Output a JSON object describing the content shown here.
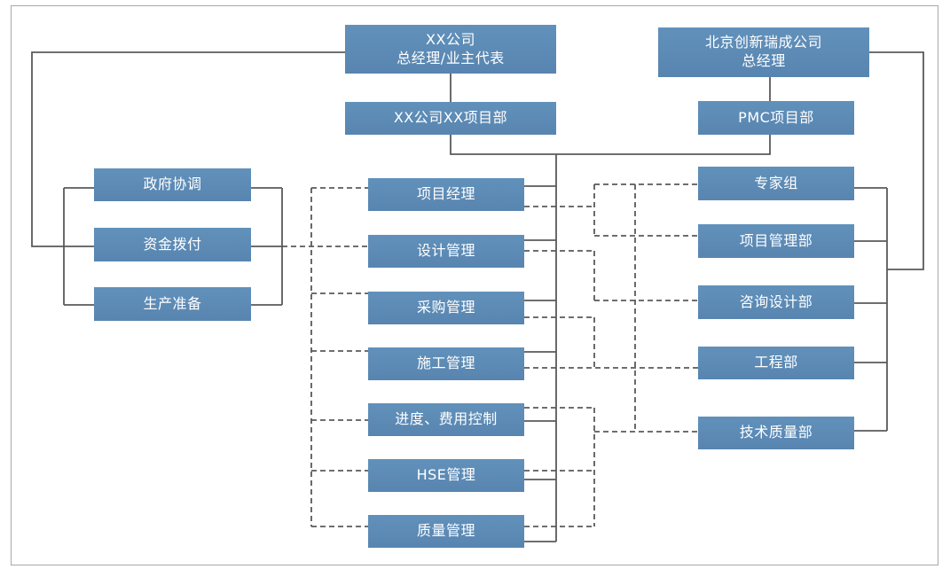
{
  "diagram": {
    "type": "org-chart",
    "colors": {
      "box_fill": "#5D8AB5",
      "box_text": "#FFFFFF",
      "line": "#595959",
      "frame_border": "#A8A8A8",
      "background": "#FFFFFF"
    },
    "nodes": {
      "owner_gm": {
        "line1": "XX公司",
        "line2": "总经理/业主代表"
      },
      "owner_project_dept": {
        "label": "XX公司XX项目部"
      },
      "pmc_gm": {
        "line1": "北京创新瑞成公司",
        "line2": "总经理"
      },
      "pmc_project_dept": {
        "label": "PMC项目部"
      },
      "gov_coordination": {
        "label": "政府协调"
      },
      "fund_allocation": {
        "label": "资金拨付"
      },
      "production_prep": {
        "label": "生产准备"
      },
      "project_manager": {
        "label": "项目经理"
      },
      "design_mgmt": {
        "label": "设计管理"
      },
      "procurement_mgmt": {
        "label": "采购管理"
      },
      "construction_mgmt": {
        "label": "施工管理"
      },
      "schedule_cost_control": {
        "label": "进度、费用控制"
      },
      "hse_mgmt": {
        "label": "HSE管理"
      },
      "quality_mgmt": {
        "label": "质量管理"
      },
      "expert_group": {
        "label": "专家组"
      },
      "project_mgmt_dept": {
        "label": "项目管理部"
      },
      "consulting_design_dept": {
        "label": "咨询设计部"
      },
      "engineering_dept": {
        "label": "工程部"
      },
      "tech_quality_dept": {
        "label": "技术质量部"
      }
    },
    "solid_links": [
      [
        "XX公司 总经理/业主代表",
        "XX公司XX项目部"
      ],
      [
        "XX公司 总经理/业主代表",
        "政府协调/资金拨付/生产准备"
      ],
      [
        "XX公司XX项目部",
        "中央主线(项目经理~质量管理)"
      ],
      [
        "北京创新瑞成公司 总经理",
        "PMC项目部"
      ],
      [
        "北京创新瑞成公司 总经理",
        "专家组~技术质量部"
      ],
      [
        "PMC项目部",
        "中央主线"
      ]
    ],
    "dashed_links": [
      [
        "资金拨付",
        "设计管理列(项目经理~质量管理)"
      ],
      [
        "项目经理",
        "专家组/项目管理部"
      ],
      [
        "设计管理",
        "咨询设计部"
      ],
      [
        "采购管理",
        "工程部"
      ],
      [
        "施工管理",
        "工程部"
      ],
      [
        "进度、费用控制/HSE管理/质量管理",
        "技术质量部"
      ]
    ]
  }
}
